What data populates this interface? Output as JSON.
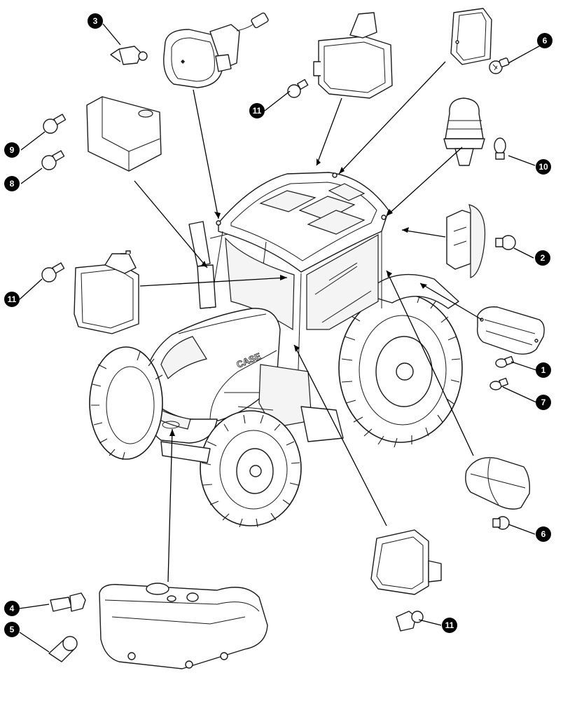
{
  "callouts": [
    {
      "id": "c3",
      "number": "3"
    },
    {
      "id": "c11a",
      "number": "11"
    },
    {
      "id": "c6a",
      "number": "6"
    },
    {
      "id": "c9",
      "number": "9"
    },
    {
      "id": "c8",
      "number": "8"
    },
    {
      "id": "c10",
      "number": "10"
    },
    {
      "id": "c2",
      "number": "2"
    },
    {
      "id": "c11b",
      "number": "11"
    },
    {
      "id": "c1",
      "number": "1"
    },
    {
      "id": "c7",
      "number": "7"
    },
    {
      "id": "c6b",
      "number": "6"
    },
    {
      "id": "c4",
      "number": "4"
    },
    {
      "id": "c5",
      "number": "5"
    },
    {
      "id": "c11c",
      "number": "11"
    }
  ],
  "hood_brand": "CASE",
  "colors": {
    "line": "#1a1a1a",
    "callout_fill": "#000000",
    "callout_text": "#ffffff",
    "background": "#ffffff"
  }
}
